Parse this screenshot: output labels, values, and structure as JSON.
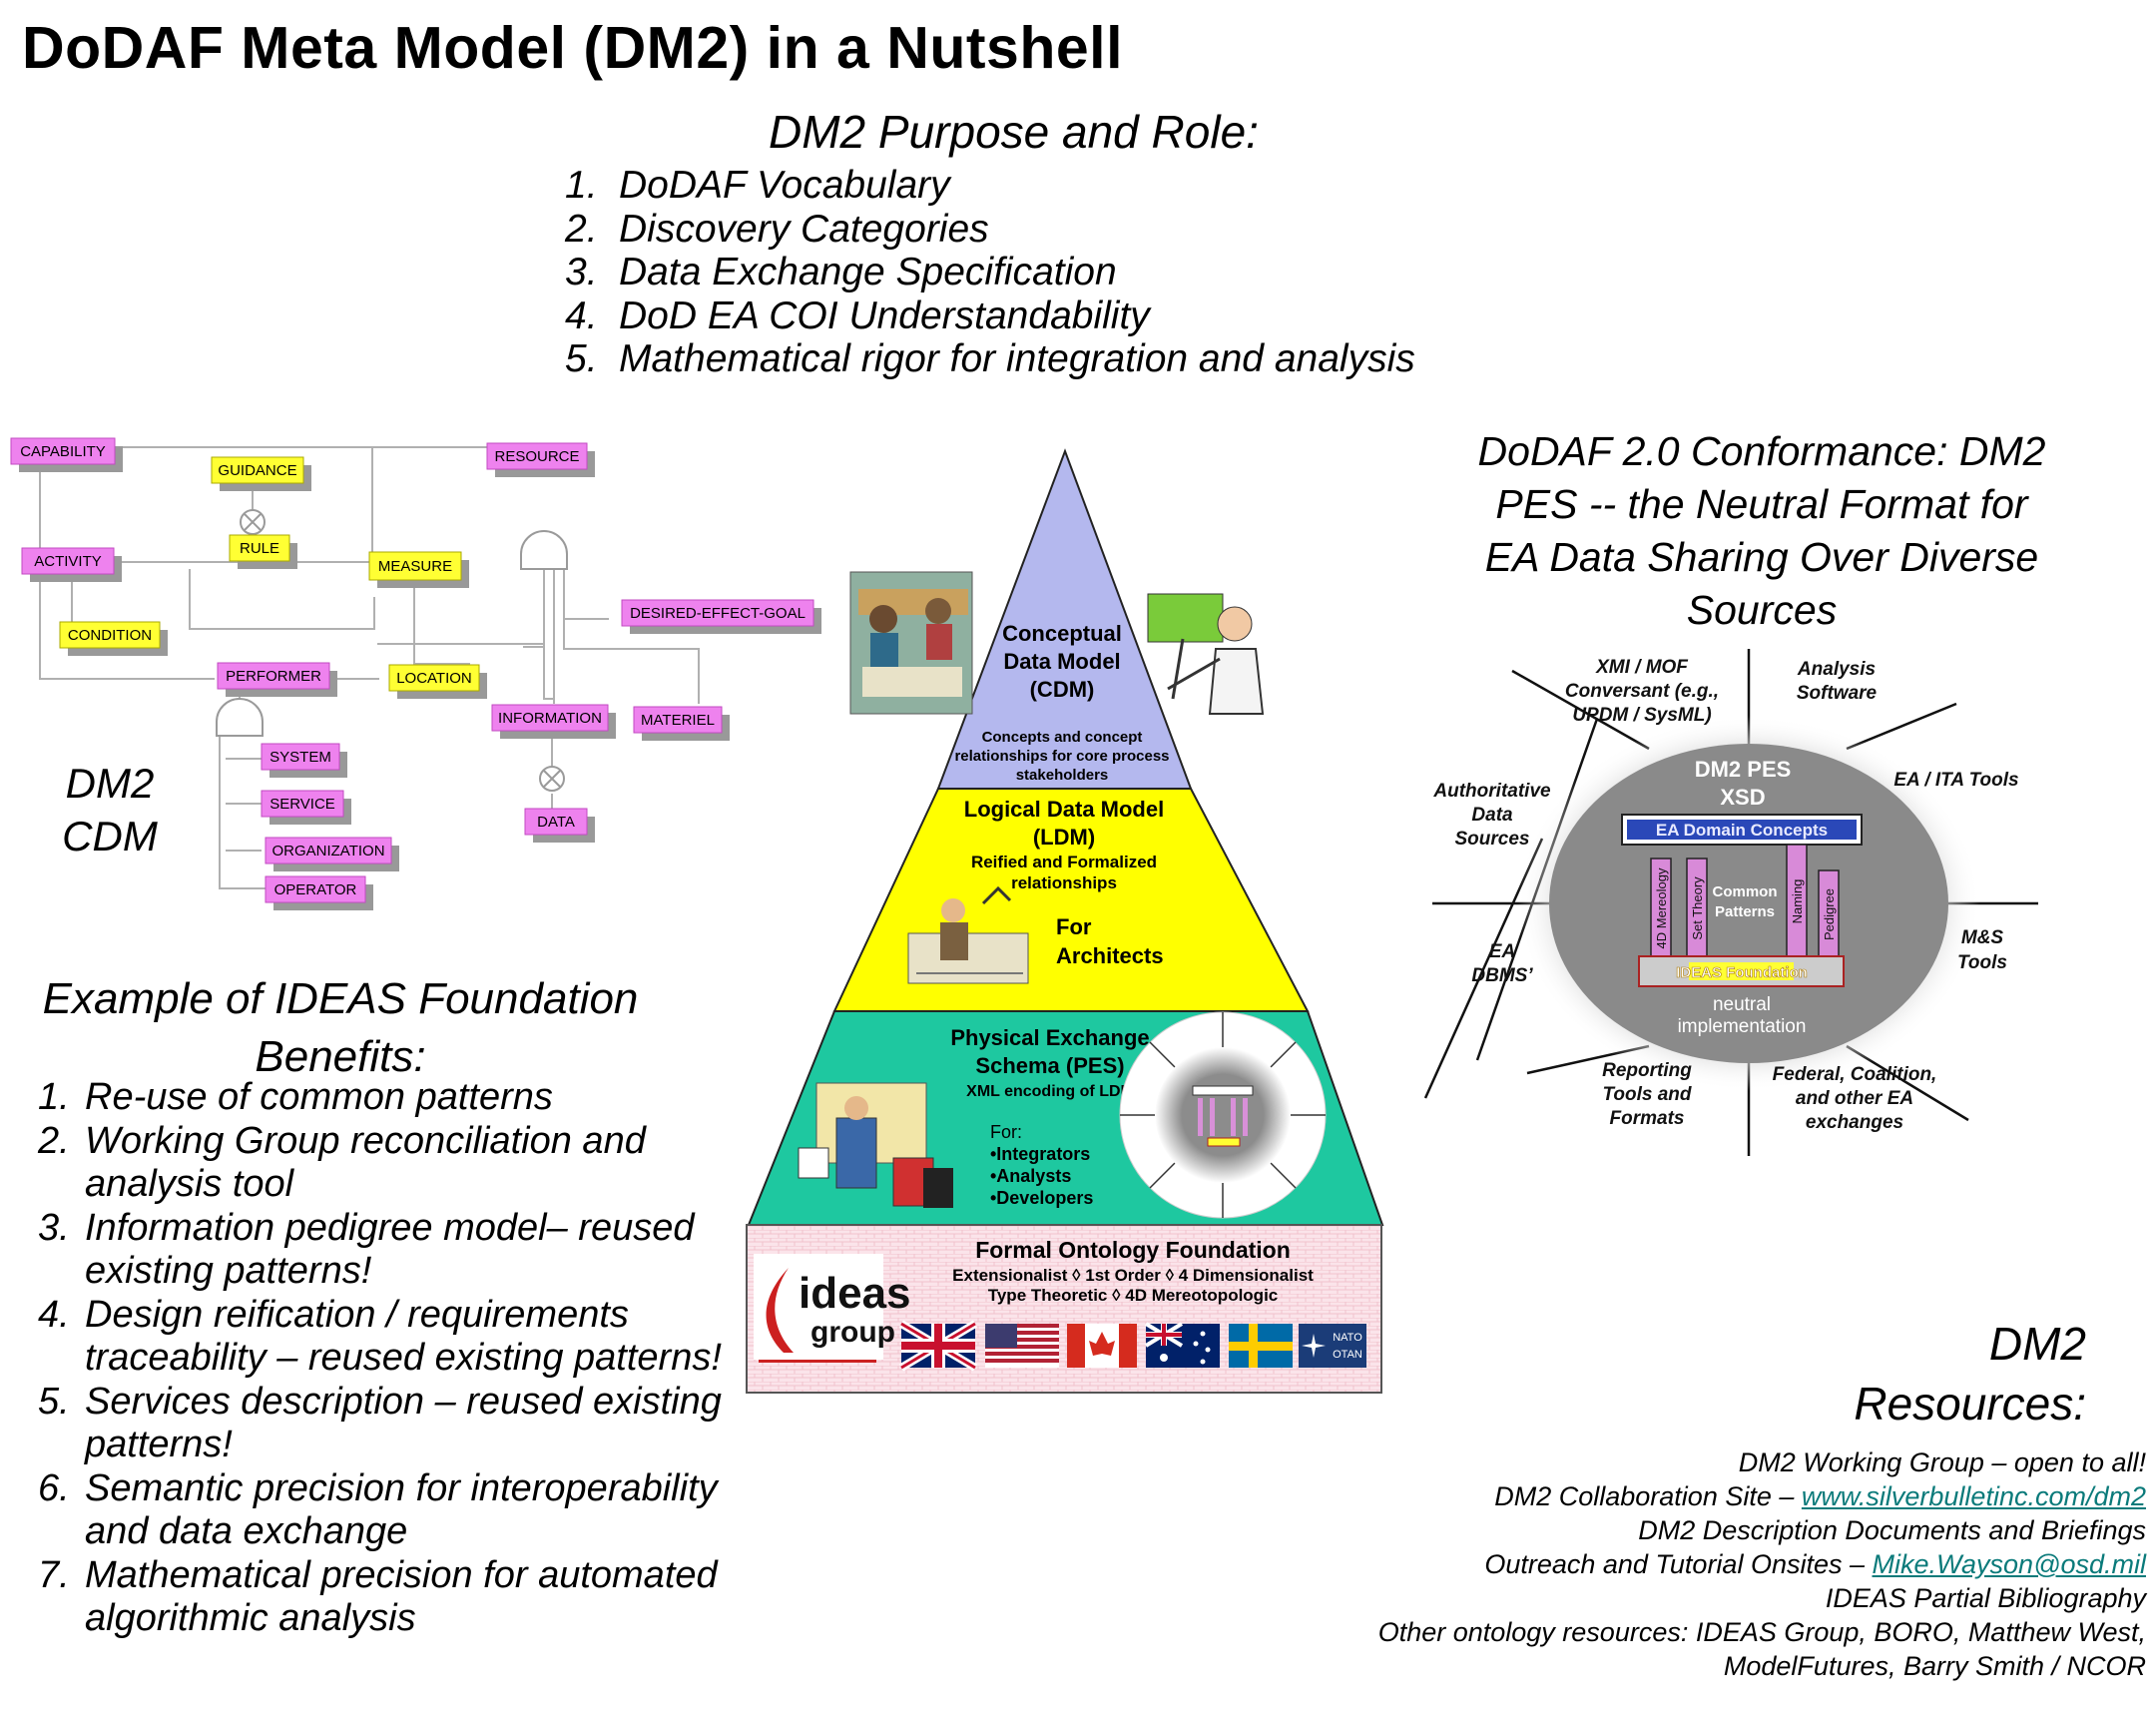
{
  "title": "DoDAF Meta Model (DM2) in a Nutshell",
  "purpose": {
    "heading": "DM2 Purpose and Role:",
    "items": [
      {
        "num": "1.",
        "text": "DoDAF Vocabulary"
      },
      {
        "num": "2.",
        "text": "Discovery Categories"
      },
      {
        "num": "3.",
        "text": "Data Exchange Specification"
      },
      {
        "num": "4.",
        "text": "DoD EA COI Understandability"
      },
      {
        "num": "5.",
        "text": "Mathematical rigor for integration and analysis"
      }
    ]
  },
  "conformance": {
    "lines": [
      "DoDAF 2.0 Conformance:  DM2",
      "PES -- the Neutral Format for",
      "EA Data Sharing Over Diverse",
      "Sources"
    ]
  },
  "cdm": {
    "label_lines": [
      "DM2",
      "CDM"
    ],
    "nodes": {
      "capability": "CAPABILITY",
      "guidance": "GUIDANCE",
      "resource": "RESOURCE",
      "rule": "RULE",
      "activity": "ACTIVITY",
      "measure": "MEASURE",
      "desired": "DESIRED-EFFECT-GOAL",
      "condition": "CONDITION",
      "performer": "PERFORMER",
      "location": "LOCATION",
      "information": "INFORMATION",
      "materiel": "MATERIEL",
      "system": "SYSTEM",
      "service": "SERVICE",
      "organization": "ORGANIZATION",
      "operator": "OPERATOR",
      "data": "DATA"
    }
  },
  "pyramid": {
    "cdm_title": [
      "Conceptual",
      "Data Model",
      "(CDM)"
    ],
    "cdm_sub": [
      "Concepts and concept",
      "relationships for core process",
      "stakeholders"
    ],
    "ldm_title": [
      "Logical Data Model",
      "(LDM)"
    ],
    "ldm_sub": [
      "Reified and Formalized",
      "relationships"
    ],
    "ldm_for": [
      "For",
      "Architects"
    ],
    "pes_title": [
      "Physical Exchange",
      "Schema (PES)"
    ],
    "pes_sub": "XML encoding of LDM",
    "pes_for": [
      "For:",
      "•Integrators",
      "•Analysts",
      "•Developers"
    ],
    "foundation_title": "Formal Ontology Foundation",
    "foundation_line1": "Extensionalist ◊ 1st Order ◊ 4 Dimensionalist",
    "foundation_line2": "Type Theoretic ◊ 4D Mereotopologic",
    "ideas_logo": "ideas",
    "ideas_logo2": "group",
    "nato": [
      "NATO",
      "OTAN"
    ]
  },
  "pes_wheel": {
    "center_title": [
      "DM2 PES",
      "XSD"
    ],
    "domain_bar": "EA Domain Concepts",
    "pillars": [
      "4D Mereology",
      "Set Theory",
      "Naming",
      "Pedigree"
    ],
    "common": [
      "Common",
      "Patterns"
    ],
    "foundation_bar": "IDEAS Foundation",
    "neutral": [
      "neutral",
      "implementation"
    ],
    "spokes": {
      "xmi": [
        "XMI / MOF",
        "Conversant (e.g.,",
        "UPDM / SysML)"
      ],
      "analysis": [
        "Analysis",
        "Software"
      ],
      "ea_ita": [
        "EA / ITA Tools"
      ],
      "ms": [
        "M&S",
        "Tools"
      ],
      "federal": [
        "Federal, Coalition,",
        "and other EA",
        "exchanges"
      ],
      "reporting": [
        "Reporting",
        "Tools and",
        "Formats"
      ],
      "ea_dbms": [
        "EA",
        "DBMS’"
      ],
      "authoritative": [
        "Authoritative",
        "Data",
        "Sources"
      ]
    }
  },
  "ideas": {
    "heading_lines": [
      "Example of IDEAS Foundation",
      "Benefits:"
    ],
    "items": [
      {
        "num": "1.",
        "text": "Re-use of common patterns"
      },
      {
        "num": "2.",
        "text": "Working Group reconciliation and analysis tool"
      },
      {
        "num": "3.",
        "text": "Information pedigree model– reused existing patterns!"
      },
      {
        "num": "4.",
        "text": "Design reification / requirements traceability – reused existing patterns!"
      },
      {
        "num": "5.",
        "text": "Services description – reused existing patterns!"
      },
      {
        "num": "6.",
        "text": "Semantic precision for interoperability and data exchange"
      },
      {
        "num": "7.",
        "text": "Mathematical precision for automated algorithmic analysis"
      }
    ]
  },
  "resources": {
    "heading_lines": [
      "DM2",
      "Resources:"
    ],
    "wg": "DM2 Working Group – open to all!",
    "collab_prefix": "DM2 Collaboration Site – ",
    "collab_link": "www.silverbulletinc.com/dm2",
    "docs": "DM2 Description Documents and Briefings",
    "outreach_prefix": "Outreach and Tutorial Onsites – ",
    "outreach_link": "Mike.Wayson@osd.mil",
    "biblio": "IDEAS Partial Bibliography",
    "other1": "Other ontology resources:  IDEAS Group, BORO, Matthew West,",
    "other2": "ModelFutures, Barry Smith / NCOR"
  },
  "colors": {
    "pink_node": "#ee82ee",
    "yellow_node": "#ffff33",
    "pyramid_top": "#b4b8ee",
    "pyramid_mid": "#ffff00",
    "pyramid_low": "#1ec8a0",
    "foundation_bg": "#fce8ec",
    "link": "#0a7a7a"
  }
}
